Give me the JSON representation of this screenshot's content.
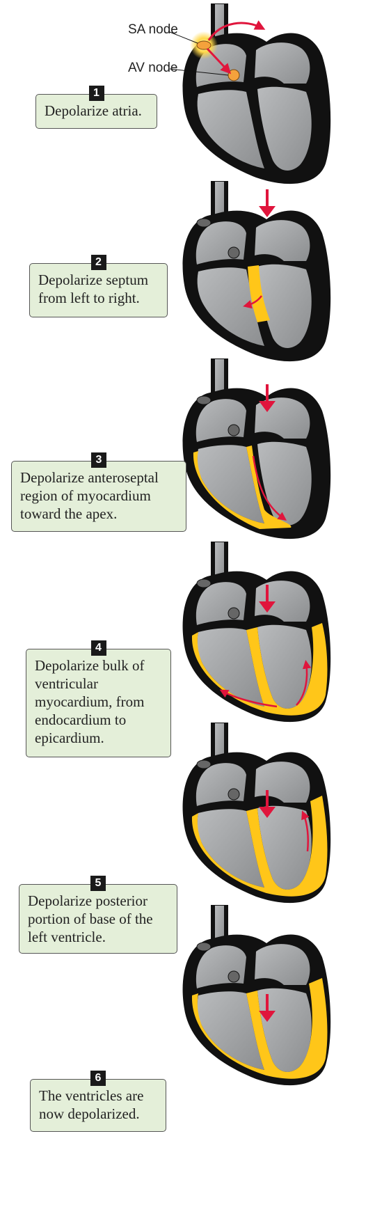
{
  "labels": {
    "sa_node": "SA node",
    "av_node": "AV node"
  },
  "steps": [
    {
      "number": "1",
      "text": "Depolarize atria."
    },
    {
      "number": "2",
      "text": "Depolarize septum from left to right."
    },
    {
      "number": "3",
      "text": "Depolarize anteroseptal region of myocardium toward the apex."
    },
    {
      "number": "4",
      "text": "Depolarize bulk of ventricular myocardium, from endocardium to epicardium."
    },
    {
      "number": "5",
      "text": "Depolarize posterior portion of base of the left ventricle."
    },
    {
      "number": "6",
      "text": "The ventricles are now depolarized."
    }
  ],
  "colors": {
    "background": "#ffffff",
    "box_fill": "#e4efd9",
    "heart_outline": "#111111",
    "heart_chamber": "#a2a4a6",
    "depolarization": "#ffc619",
    "arrow": "#e0153c",
    "badge": "#1a1a1a"
  }
}
